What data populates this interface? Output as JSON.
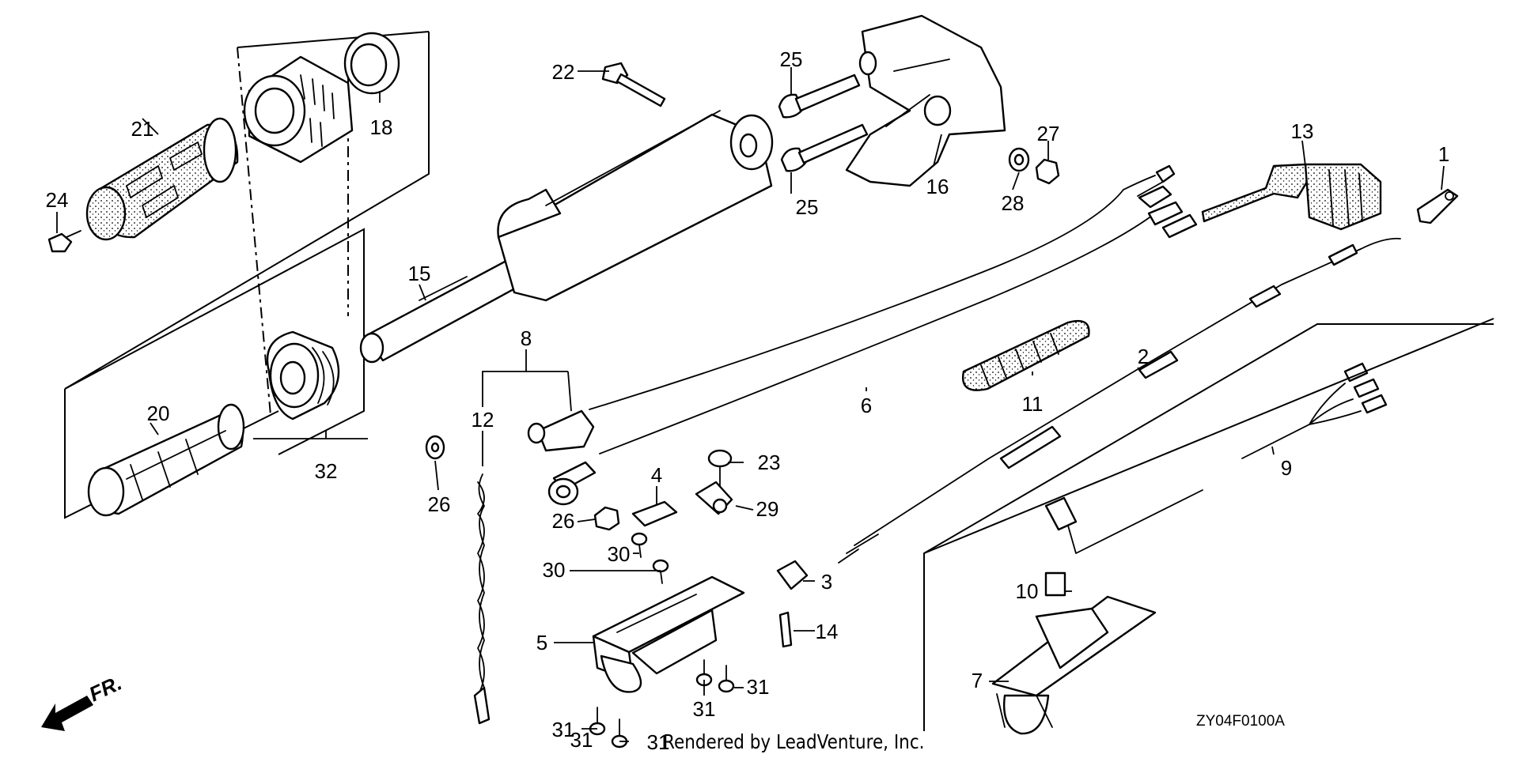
{
  "diagram": {
    "code": "ZY04F0100A",
    "direction_marker": "FR.",
    "credit": "Rendered by LeadVenture, Inc.",
    "callouts": [
      {
        "id": "c1",
        "text": "1"
      },
      {
        "id": "c2",
        "text": "2"
      },
      {
        "id": "c3",
        "text": "3"
      },
      {
        "id": "c4",
        "text": "4"
      },
      {
        "id": "c5",
        "text": "5"
      },
      {
        "id": "c6",
        "text": "6"
      },
      {
        "id": "c7",
        "text": "7"
      },
      {
        "id": "c8",
        "text": "8"
      },
      {
        "id": "c9",
        "text": "9"
      },
      {
        "id": "c10",
        "text": "10"
      },
      {
        "id": "c11",
        "text": "11"
      },
      {
        "id": "c12",
        "text": "12"
      },
      {
        "id": "c13",
        "text": "13"
      },
      {
        "id": "c14",
        "text": "14"
      },
      {
        "id": "c15",
        "text": "15"
      },
      {
        "id": "c16",
        "text": "16"
      },
      {
        "id": "c18",
        "text": "18"
      },
      {
        "id": "c20",
        "text": "20"
      },
      {
        "id": "c21",
        "text": "21"
      },
      {
        "id": "c22",
        "text": "22"
      },
      {
        "id": "c23",
        "text": "23"
      },
      {
        "id": "c24",
        "text": "24"
      },
      {
        "id": "c25a",
        "text": "25"
      },
      {
        "id": "c25b",
        "text": "25"
      },
      {
        "id": "c26a",
        "text": "26"
      },
      {
        "id": "c26b",
        "text": "26"
      },
      {
        "id": "c27",
        "text": "27"
      },
      {
        "id": "c28",
        "text": "28"
      },
      {
        "id": "c29",
        "text": "29"
      },
      {
        "id": "c30a",
        "text": "30"
      },
      {
        "id": "c30b",
        "text": "30"
      },
      {
        "id": "c31a",
        "text": "31"
      },
      {
        "id": "c31b",
        "text": "31"
      },
      {
        "id": "c31c",
        "text": "31"
      },
      {
        "id": "c31d",
        "text": "31"
      },
      {
        "id": "c31e",
        "text": "31"
      },
      {
        "id": "c32",
        "text": "32"
      }
    ]
  }
}
